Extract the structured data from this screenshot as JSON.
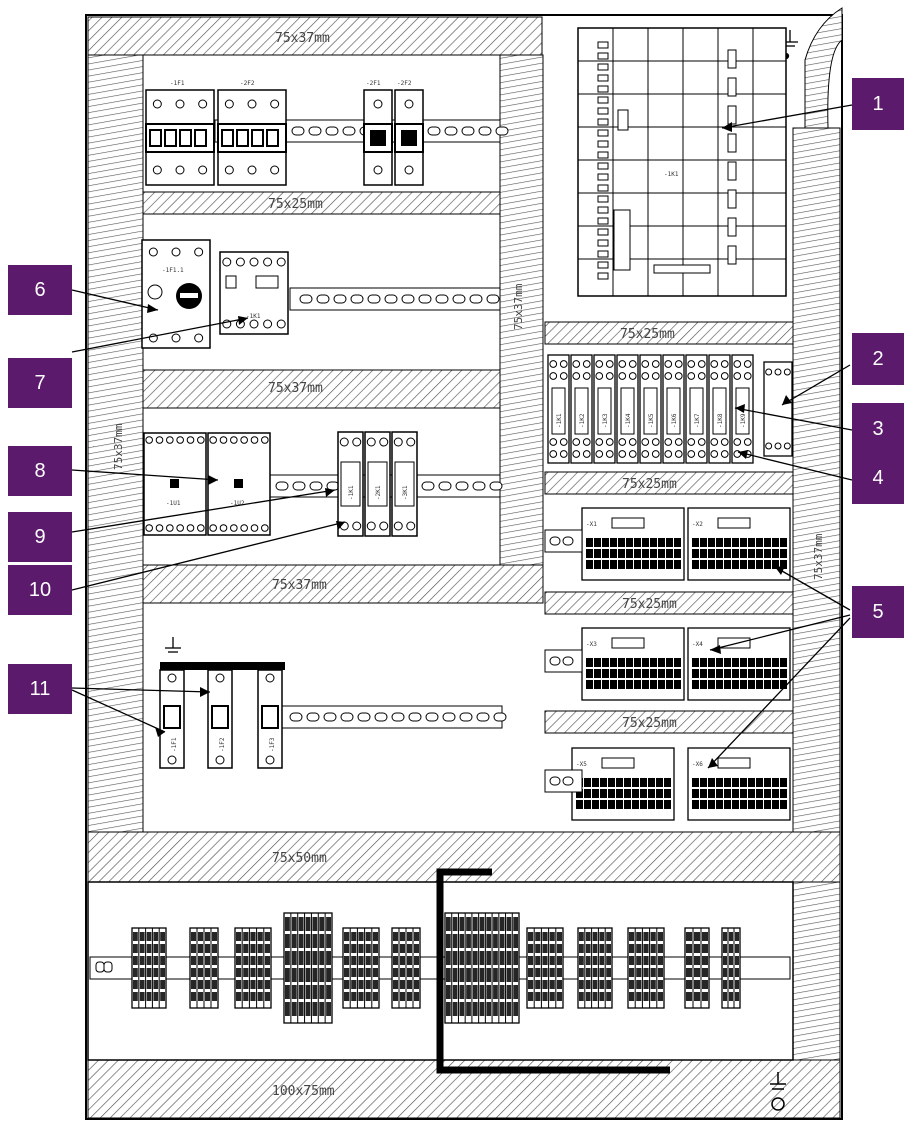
{
  "colors": {
    "callout_fill": "#5b1a6b",
    "callout_text": "#ffffff",
    "line": "#000000",
    "hatch": "#444444"
  },
  "ducts": {
    "top": "75x37mm",
    "top_row1": "75x25mm",
    "middle_row2": "75x37mm",
    "middle_row3": "75x37mm",
    "bottom_left": "75x50mm",
    "base": "100x75mm",
    "right_upper": "75x25mm",
    "right_r2": "75x25mm",
    "right_r3": "75x25mm",
    "right_r4": "75x25mm",
    "vertical_center": "75x37mm",
    "vertical_left": "75x37mm",
    "vertical_right": "75x37mm"
  },
  "device_labels": {
    "row1": [
      "-1F1",
      "-2F2",
      "-2F1",
      "-2F2"
    ],
    "motor_starter": "-1F1.1",
    "contactor": "-1K1",
    "plc": "-1K1",
    "modules": [
      "-1U1",
      "-1U2"
    ],
    "relays": [
      "-1K1",
      "-2K1",
      "-3K1"
    ],
    "relay_row": [
      "-1K1",
      "-1K2",
      "-1K3",
      "-1K4",
      "-1K5",
      "-1K6",
      "-1K7",
      "-1K8",
      "-1K9"
    ],
    "terminals": [
      "-X1",
      "-X2",
      "-X3",
      "-X4",
      "-X5",
      "-X6"
    ],
    "fuse_holders": [
      "-1F1",
      "-1F2",
      "-1F3"
    ]
  },
  "callouts": [
    "1",
    "2",
    "3",
    "4",
    "5",
    "6",
    "7",
    "8",
    "9",
    "10",
    "11"
  ]
}
